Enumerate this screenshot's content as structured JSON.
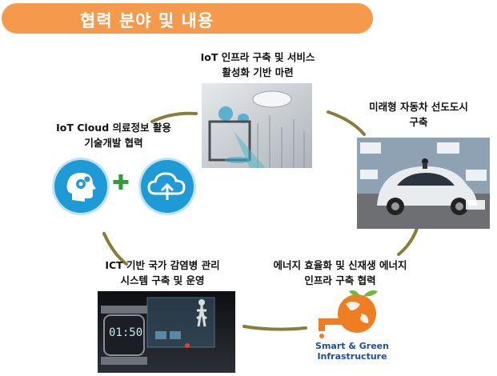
{
  "header": {
    "title": "협력 분야 및 내용"
  },
  "nodes": {
    "iot_infra": {
      "line1": "IoT 인프라 구축 및 서비스",
      "line2": "활성화 기반 마련"
    },
    "iot_cloud": {
      "line1": "IoT Cloud 의료정보 활용",
      "line2": "기술개발 협력"
    },
    "future_car": {
      "line1": "미래형 자동차 선도도시",
      "line2": "구축"
    },
    "ict": {
      "line1": "ICT 기반 국가 감염병 관리",
      "line2": "시스템 구축 및 운영"
    },
    "energy": {
      "line1": "에너지 효율화 및 신재생 에너지",
      "line2": "인프라 구축 협력"
    }
  },
  "smart_green": {
    "line1": "Smart & Green",
    "line2": "Infrastructure"
  },
  "watch_display": {
    "time": "01:50"
  },
  "icons": [
    "head-gears-icon",
    "plus-icon",
    "cloud-upload-icon",
    "globe-faucet-icon"
  ],
  "colors": {
    "banner": "#f59a4c",
    "ring": "#8a7d3a",
    "icon_blue": "#1e9ad6",
    "green": "#2f9e3a",
    "sg_text": "#1b4fa0"
  }
}
